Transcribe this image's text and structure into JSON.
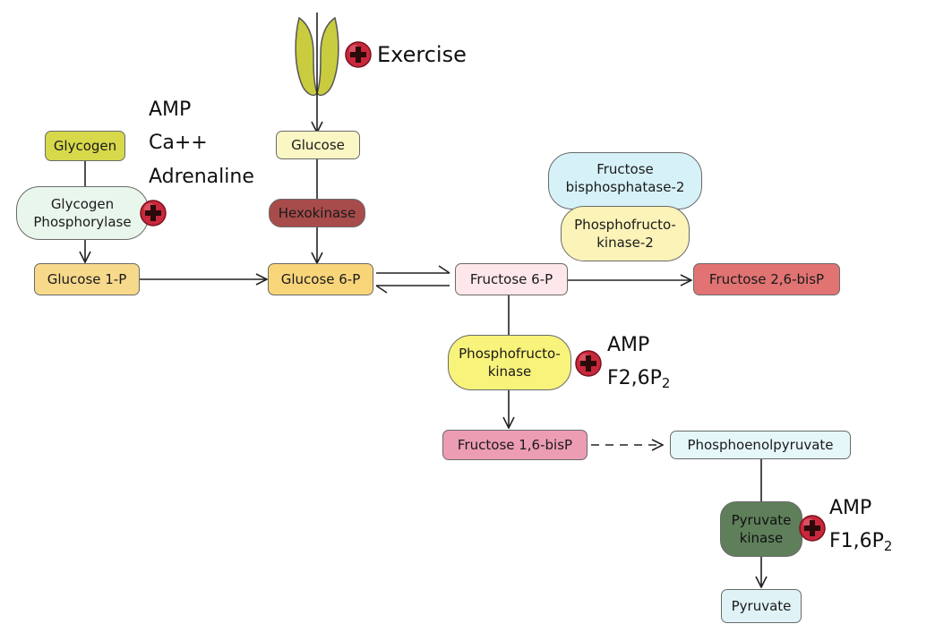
{
  "colors": {
    "glycogen": "#d7d94a",
    "glucose1p": "#f7d98c",
    "glucose": "#fbf7c4",
    "glucose6p": "#f9d57a",
    "fructose6p": "#fde7ea",
    "fructose26": "#e27373",
    "fructose16": "#ec9db3",
    "pep": "#e6f7fa",
    "pyruvate": "#dff3f6",
    "hexokinase": "#a84b4b",
    "glycogen_phosphorylase": "#e9f6ec",
    "fbpase2": "#d6f1f7",
    "pfk2": "#fbf3b8",
    "pfk": "#f8f37a",
    "pyruvate_kinase": "#5e7f5a",
    "activator": "#c8283c",
    "transporter": "#c9cc3e"
  },
  "activator_icon": "plus-circle-icon",
  "transporter_icon": "glucose-transporter-icon",
  "metabolites": {
    "glycogen": "Glycogen",
    "glucose_1p": "Glucose 1-P",
    "glucose": "Glucose",
    "glucose_6p": "Glucose 6-P",
    "fructose_6p": "Fructose 6-P",
    "fructose_26_bisp": "Fructose 2,6-bisP",
    "fructose_16_bisp": "Fructose 1,6-bisP",
    "phosphoenolpyruvate": "Phosphoenolpyruvate",
    "pyruvate": "Pyruvate"
  },
  "enzymes": {
    "glycogen_phosphorylase": [
      "Glycogen",
      "Phosphorylase"
    ],
    "hexokinase": "Hexokinase",
    "fbpase2": [
      "Fructose",
      "bisphosphatase-2"
    ],
    "pfk2": [
      "Phosphofructo-",
      "kinase-2"
    ],
    "pfk": [
      "Phosphofructo-",
      "kinase"
    ],
    "pyruvate_kinase": [
      "Pyruvate",
      "kinase"
    ]
  },
  "regulators": {
    "exercise": "Exercise",
    "glycogen_phosphorylase": [
      "AMP",
      "Ca++",
      "Adrenaline"
    ],
    "pfk": {
      "line1": "AMP",
      "line2_main": "F2,6P",
      "line2_sub": "2"
    },
    "pyruvate_kinase": {
      "line1": "AMP",
      "line2_main": "F1,6P",
      "line2_sub": "2"
    }
  }
}
